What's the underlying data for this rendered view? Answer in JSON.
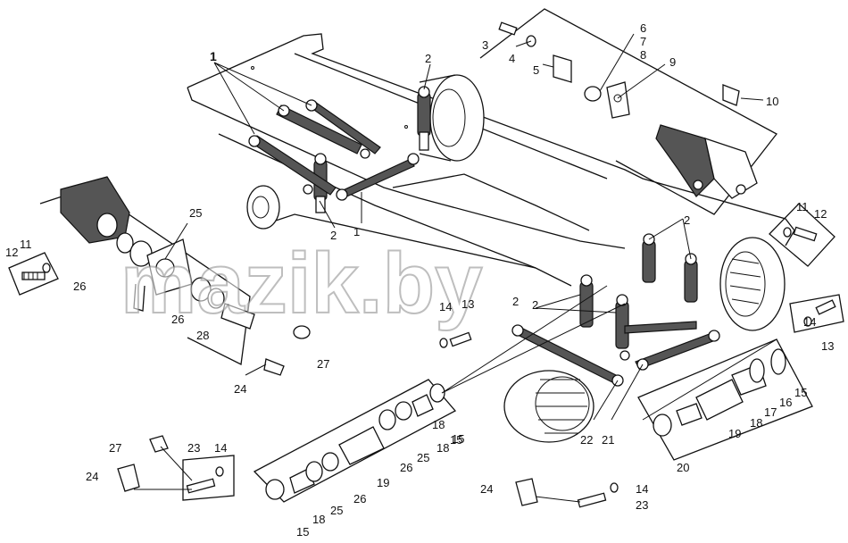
{
  "watermark": "mazik.by",
  "colors": {
    "ink": "#111111",
    "background": "#ffffff",
    "watermark_outline": "#888888"
  },
  "callouts": [
    "1",
    "2",
    "2",
    "1",
    "2",
    "3",
    "4",
    "5",
    "6",
    "7",
    "8",
    "9",
    "10",
    "11",
    "12",
    "11",
    "12",
    "2",
    "2",
    "14",
    "13",
    "14",
    "13",
    "25",
    "26",
    "26",
    "28",
    "27",
    "24",
    "22",
    "21",
    "15",
    "18",
    "19",
    "18",
    "17",
    "16",
    "15",
    "27",
    "23",
    "14",
    "24",
    "15",
    "18",
    "25",
    "26",
    "19",
    "26",
    "25",
    "18",
    "15",
    "20",
    "24",
    "14",
    "23"
  ]
}
